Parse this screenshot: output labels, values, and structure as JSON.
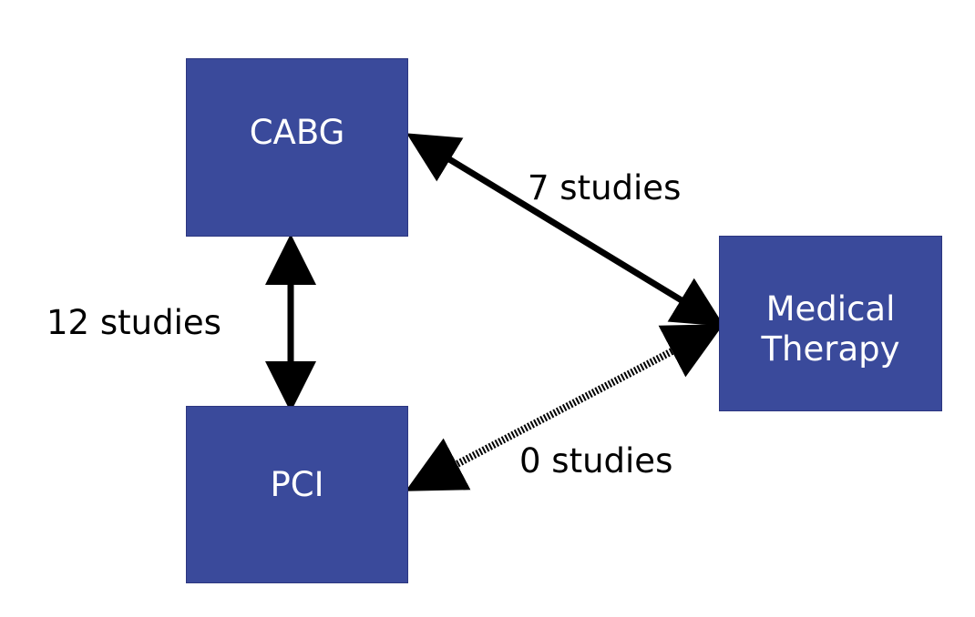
{
  "colors": {
    "node_fill": "#3a4a9b",
    "node_text": "#ffffff",
    "edge": "#000000",
    "background": "#ffffff"
  },
  "nodes": {
    "cabg": {
      "label": "CABG"
    },
    "pci": {
      "label": "PCI"
    },
    "medical_therapy": {
      "label_line1": "Medical",
      "label_line2": "Therapy"
    }
  },
  "edges": {
    "cabg_med": {
      "label": "7 studies",
      "style": "solid"
    },
    "cabg_pci": {
      "label": "12 studies",
      "style": "solid"
    },
    "pci_med": {
      "label": "0 studies",
      "style": "dotted"
    }
  }
}
